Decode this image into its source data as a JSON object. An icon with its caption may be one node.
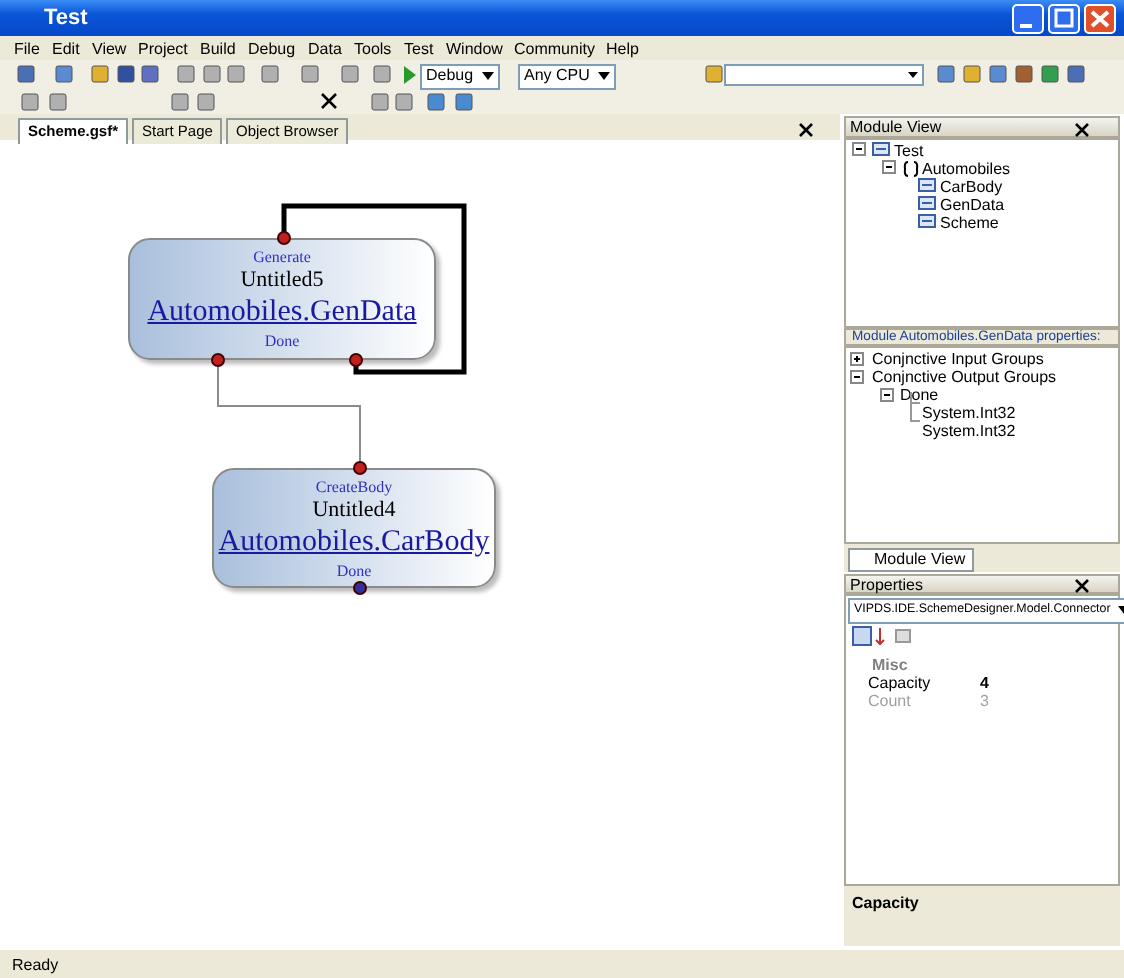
{
  "diagram": {
    "nodes": [
      {
        "text": [
          "Generate",
          "Untitled5",
          "Automobiles.GenData",
          "Done"
        ]
      },
      {
        "text": [
          "CreateBody",
          "Untitled4",
          "Automobiles.CarBody",
          "Done"
        ]
      }
    ],
    "edges": [
      {
        "from": 0,
        "to": 1,
        "arrow": "none"
      },
      {
        "from": 0,
        "to": 0,
        "arrow": "none",
        "style": "thick",
        "color": "#000000"
      }
    ],
    "labels": [
      "Test",
      "File",
      "Edit",
      "View",
      "Project",
      "Build",
      "Debug",
      "Data",
      "Tools",
      "Test",
      "Window",
      "Community",
      "Help",
      "Debug",
      "Any CPU",
      "Scheme.gsf*",
      "Start Page",
      "Object Browser",
      "Module View",
      "Test",
      "Automobiles",
      "CarBody",
      "GenData",
      "Scheme",
      "Module Automobiles.GenData properties:",
      "Conjnctive Input Groups",
      "Conjnctive Output Groups",
      "Done",
      "System.Int32",
      "System.Int32",
      "Module View",
      "Properties",
      "VIPDS.IDE.SchemeDesigner.Model.Connector",
      "Misc",
      "Capacity",
      "4",
      "Count",
      "3",
      "Capacity",
      "Ready"
    ]
  }
}
